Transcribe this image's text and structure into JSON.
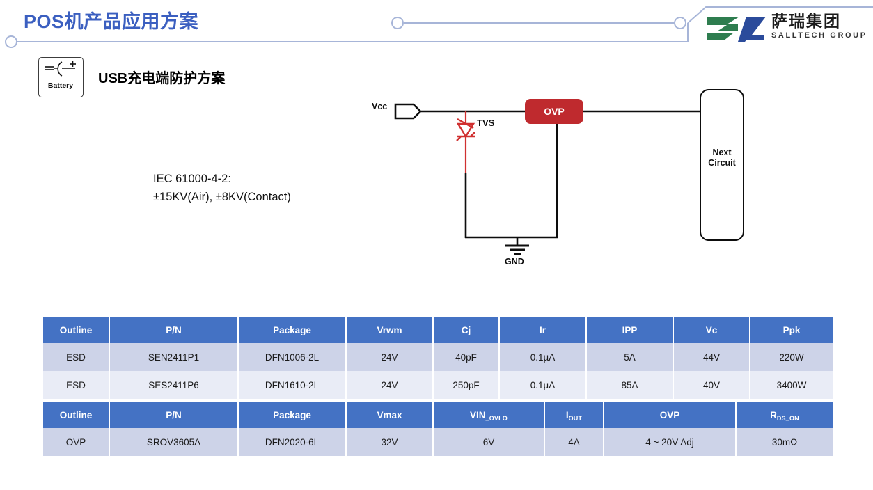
{
  "header": {
    "title": "POS机产品应用方案",
    "title_color": "#3B5FC0",
    "deco_line_color": "#A7B5D8"
  },
  "logo": {
    "name_cn": "萨瑞集团",
    "name_en": "SALLTECH GROUP",
    "mark_green": "#2E7D4F",
    "mark_blue": "#2B4B9B"
  },
  "section": {
    "battery_icon_label": "Battery",
    "title_latin": "USB",
    "title_cn": "充电端防护方案",
    "iec_line1": "IEC 61000-4-2:",
    "iec_line2": "±15KV(Air), ±8KV(Contact)"
  },
  "circuit": {
    "vcc_label": "Vcc",
    "tvs_label": "TVS",
    "gnd_label": "GND",
    "ovp_label": "OVP",
    "ovp_color": "#BF2A2E",
    "tvs_color": "#D03030",
    "next_circuit_line1": "Next",
    "next_circuit_line2": "Circuit",
    "wire_color": "#0d0d0d"
  },
  "tables": [
    {
      "id": "table-esd",
      "headers": [
        "Outline",
        "P/N",
        "Package",
        "Vrwm",
        "Cj",
        "Ir",
        "IPP",
        "Vc",
        "Ppk"
      ],
      "rows": [
        [
          "ESD",
          "SEN2411P1",
          "DFN1006-2L",
          "24V",
          "40pF",
          "0.1µA",
          "5A",
          "44V",
          "220W"
        ],
        [
          "ESD",
          "SES2411P6",
          "DFN1610-2L",
          "24V",
          "250pF",
          "0.1µA",
          "85A",
          "40V",
          "3400W"
        ]
      ]
    },
    {
      "id": "table-ovp",
      "headers_rich": [
        {
          "main": "Outline",
          "sub": ""
        },
        {
          "main": "P/N",
          "sub": ""
        },
        {
          "main": "Package",
          "sub": ""
        },
        {
          "main": "Vmax",
          "sub": ""
        },
        {
          "main": "VIN",
          "sub": "_OVLO"
        },
        {
          "main": "I",
          "sub": "OUT"
        },
        {
          "main": "OVP",
          "sub": ""
        },
        {
          "main": "R",
          "sub": "DS_ON"
        }
      ],
      "rows": [
        [
          "OVP",
          "SROV3605A",
          "DFN2020-6L",
          "32V",
          "6V",
          "4A",
          "4 ~ 20V Adj",
          "30mΩ"
        ]
      ]
    }
  ],
  "theme": {
    "header_bg": "#4472C4",
    "row_odd_bg": "#CDD3E8",
    "row_even_bg": "#E9ECF6"
  }
}
